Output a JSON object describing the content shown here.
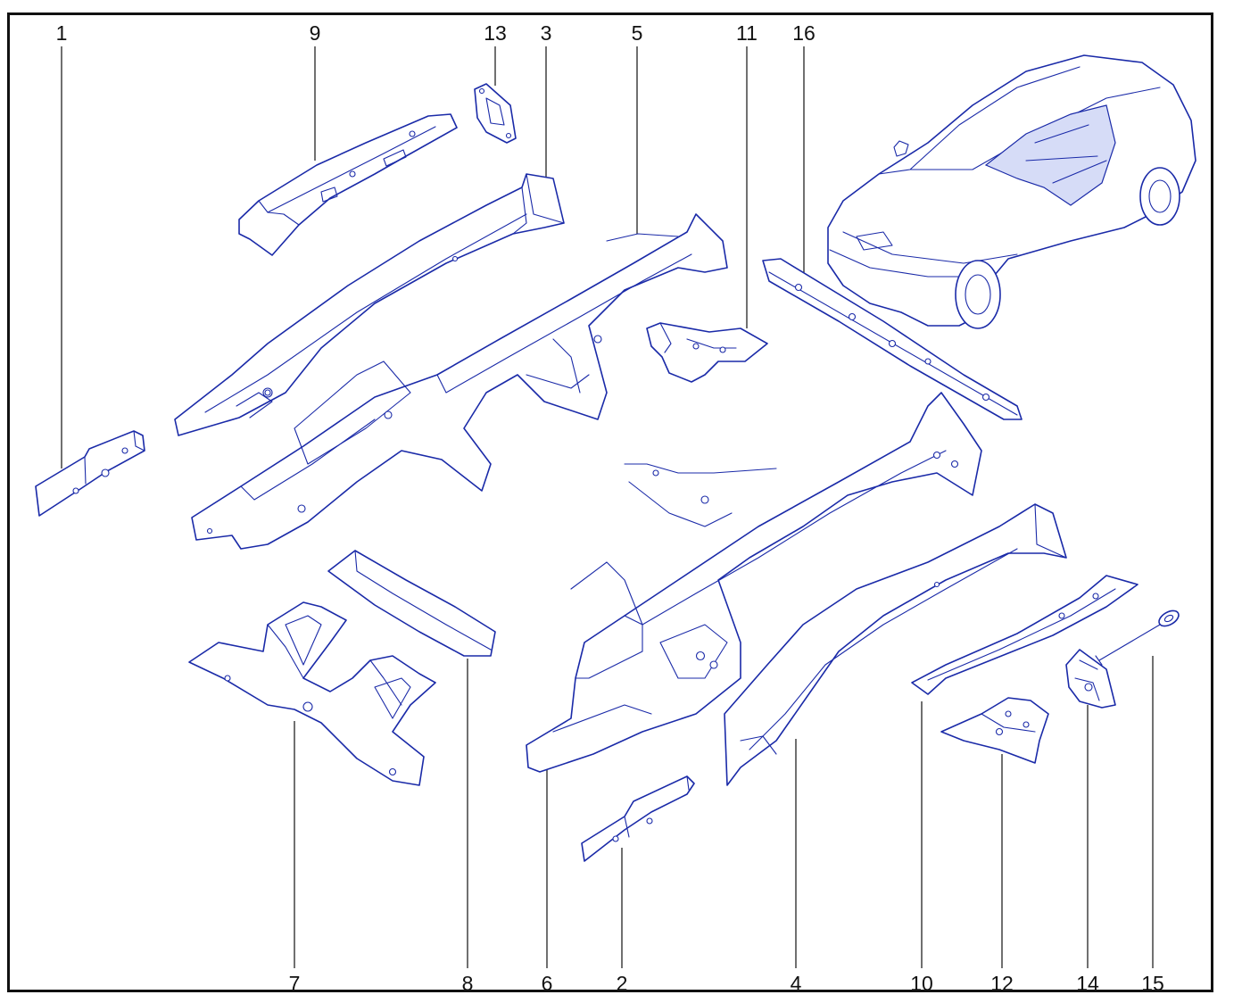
{
  "colors": {
    "line": "#1a2aa8",
    "text": "#111111",
    "frame": "#111111",
    "background": "#ffffff"
  },
  "callouts": [
    {
      "id": "c1",
      "label": "1"
    },
    {
      "id": "c9",
      "label": "9"
    },
    {
      "id": "c13",
      "label": "13"
    },
    {
      "id": "c3",
      "label": "3"
    },
    {
      "id": "c5",
      "label": "5"
    },
    {
      "id": "c11",
      "label": "11"
    },
    {
      "id": "c16",
      "label": "16"
    },
    {
      "id": "c7",
      "label": "7"
    },
    {
      "id": "c8",
      "label": "8"
    },
    {
      "id": "c6",
      "label": "6"
    },
    {
      "id": "c2",
      "label": "2"
    },
    {
      "id": "c4",
      "label": "4"
    },
    {
      "id": "c10",
      "label": "10"
    },
    {
      "id": "c12",
      "label": "12"
    },
    {
      "id": "c14",
      "label": "14"
    },
    {
      "id": "c15",
      "label": "15"
    }
  ]
}
